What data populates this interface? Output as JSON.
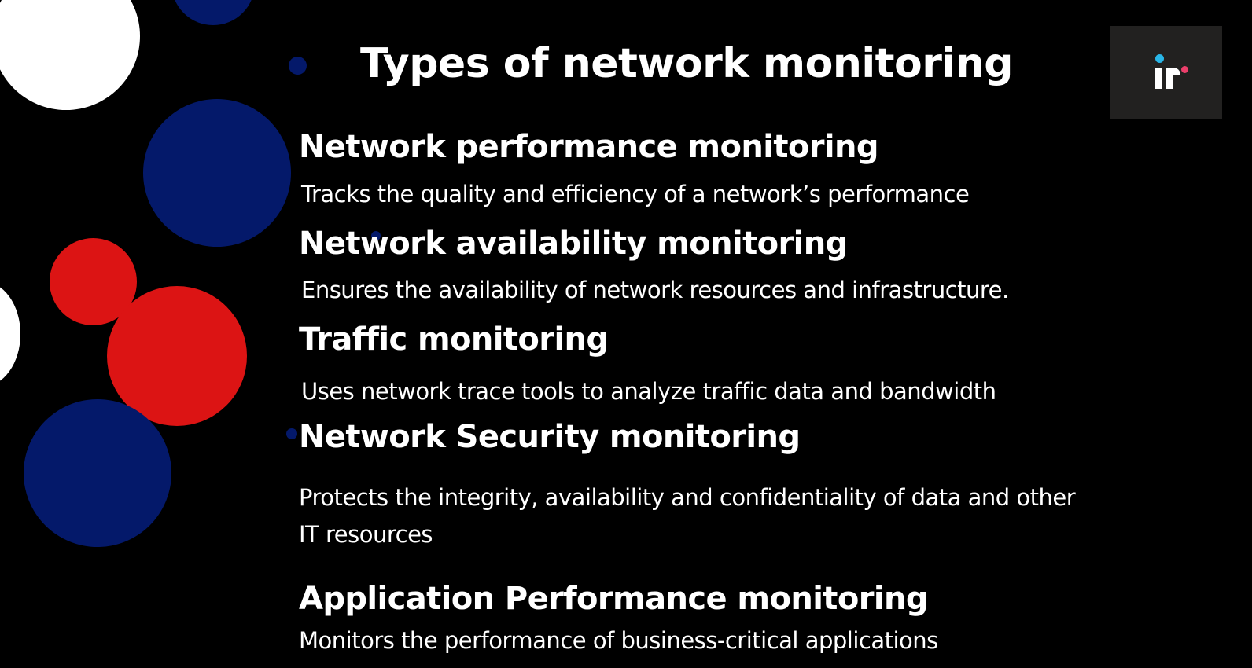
{
  "slide": {
    "title": "Types of network monitoring",
    "background_color": "#000000",
    "logo_icon": "ii-logo-icon",
    "logo_colors": {
      "box": "#222120",
      "dot_blue": "#29b6e8",
      "dot_pink": "#ec3f6b",
      "bars": "#ffffff"
    },
    "decoration_colors": {
      "navy": "#04196a",
      "red": "#dc1414",
      "white": "#ffffff"
    },
    "items": [
      {
        "heading": "Network performance monitoring",
        "description": "Tracks the quality and efficiency of a network’s performance"
      },
      {
        "heading": "Network availability monitoring",
        "description": "Ensures the availability of network resources and infrastructure."
      },
      {
        "heading": "Traffic monitoring",
        "description": "Uses network trace tools to analyze traffic data and bandwidth"
      },
      {
        "heading": "Network Security monitoring",
        "description": "Protects the integrity, availability and confidentiality of data and other IT resources"
      },
      {
        "heading": "Application Performance monitoring",
        "description": "Monitors the performance of business-critical applications"
      }
    ]
  }
}
